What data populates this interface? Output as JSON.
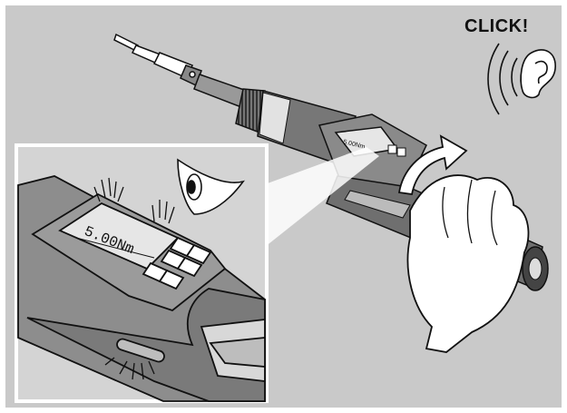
{
  "sound_label": "CLICK!",
  "display_reading": "5.00Nm",
  "small_display_reading": "5.00Nm",
  "icons": [
    "eye-icon",
    "ear-icon",
    "sound-waves-icon",
    "rotation-arrow-icon"
  ],
  "colors": {
    "background": "#c9c9c9",
    "inset_background": "#d4d4d4",
    "outline": "#111111",
    "screen": "#e6e6e6",
    "handle_dark": "#6f6f6f"
  }
}
